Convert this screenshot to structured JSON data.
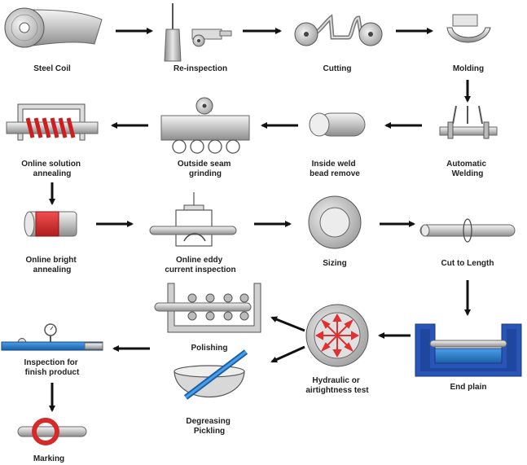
{
  "steps": {
    "steel_coil": "Steel Coil",
    "re_inspection": "Re-inspection",
    "cutting": "Cutting",
    "molding": "Molding",
    "online_solution_annealing": [
      "Online solution",
      "annealing"
    ],
    "outside_seam_grinding": [
      "Outside seam",
      "grinding"
    ],
    "inside_weld_bead_remove": [
      "Inside weld",
      "bead remove"
    ],
    "automatic_welding": [
      "Automatic",
      "Welding"
    ],
    "online_bright_annealing": [
      "Online bright",
      "annealing"
    ],
    "online_eddy_current_inspection": [
      "Online eddy",
      "current inspection"
    ],
    "sizing": "Sizing",
    "cut_to_length": "Cut to Length",
    "polishing": "Polishing",
    "inspection_for_finish_product": [
      "Inspection for",
      "finish product"
    ],
    "hydraulic_or_airtightness_test": [
      "Hydraulic or",
      "airtightness test"
    ],
    "end_plain": "End plain",
    "degreasing_pickling": [
      "Degreasing",
      "Pickling"
    ],
    "marking": "Marking"
  },
  "colors": {
    "arrow": "#111111",
    "annealing_red": "#d42a2a",
    "pipe_blue": "#1f6fc2",
    "end_plain_blue": "#2a55b8",
    "test_arrows_red": "#e03030",
    "metal_gray": "#b8b8b8"
  }
}
